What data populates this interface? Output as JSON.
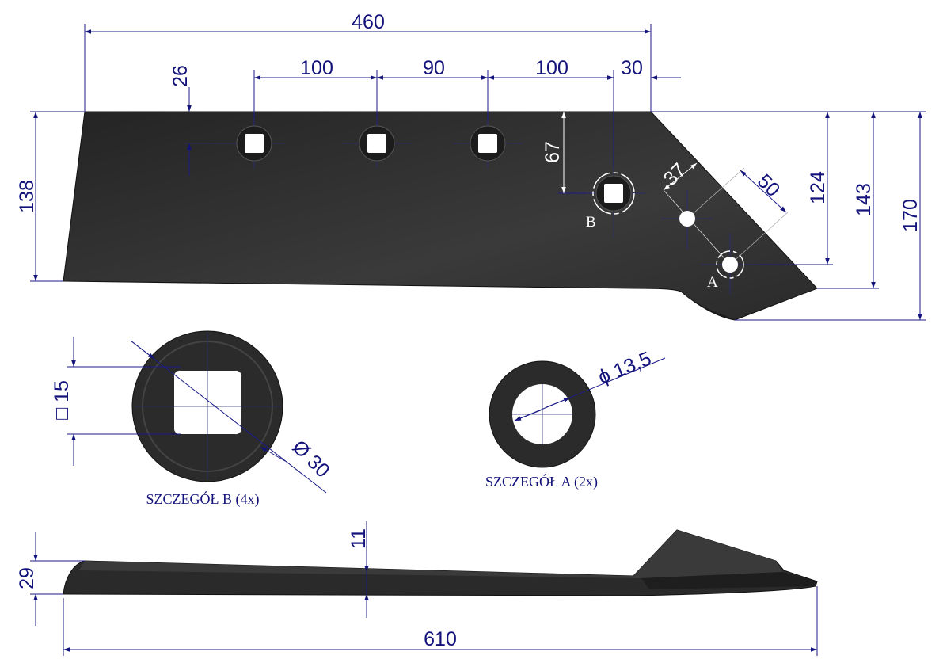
{
  "drawing": {
    "top_view": {
      "dimensions": {
        "overall_length_top": "460",
        "edge_to_first_hole": "26",
        "hole_spacing_1": "100",
        "hole_spacing_2": "90",
        "hole_spacing_3": "100",
        "hole_b_to_corner": "30",
        "height_left": "138",
        "hole_b_depth": "67",
        "edge_offset_37": "37",
        "edge_offset_50": "50",
        "height_124": "124",
        "height_143": "143",
        "height_170": "170"
      },
      "markers": {
        "detail_b": "B",
        "detail_a": "A"
      }
    },
    "detail_b": {
      "square_dim": "□ 15",
      "diameter": "Ø 30",
      "caption": "SZCZEGÓŁ B (4x)"
    },
    "detail_a": {
      "diameter": "ϕ 13,5",
      "caption": "SZCZEGÓŁ A (2x)"
    },
    "side_view": {
      "dimensions": {
        "thickness_total": "29",
        "thickness_11": "11",
        "overall_length": "610"
      }
    },
    "colors": {
      "part": "#2b2b2b",
      "dimension": "#12127a"
    }
  }
}
